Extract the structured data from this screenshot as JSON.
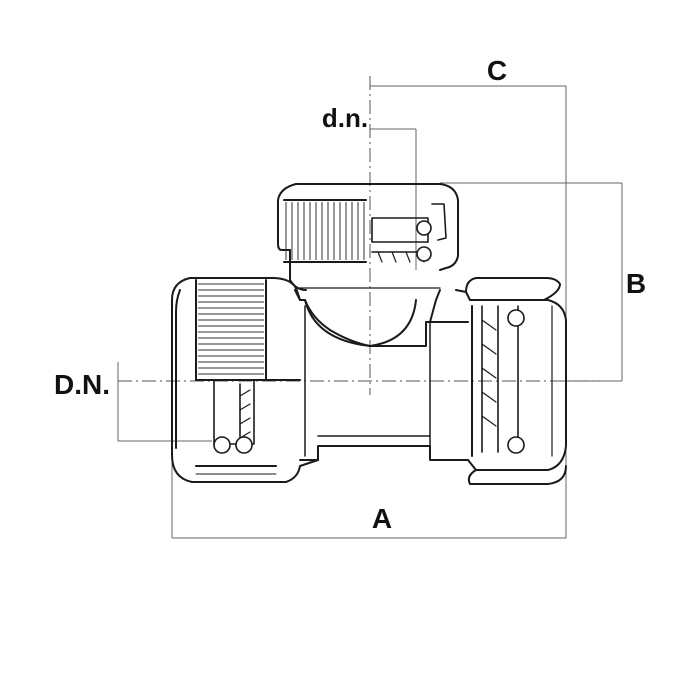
{
  "labels": {
    "C": "C",
    "dn": "d.n.",
    "B": "B",
    "DN": "D.N.",
    "A": "A"
  },
  "colors": {
    "outline": "#1a1a1a",
    "dimension": "#555555",
    "background": "#ffffff"
  }
}
